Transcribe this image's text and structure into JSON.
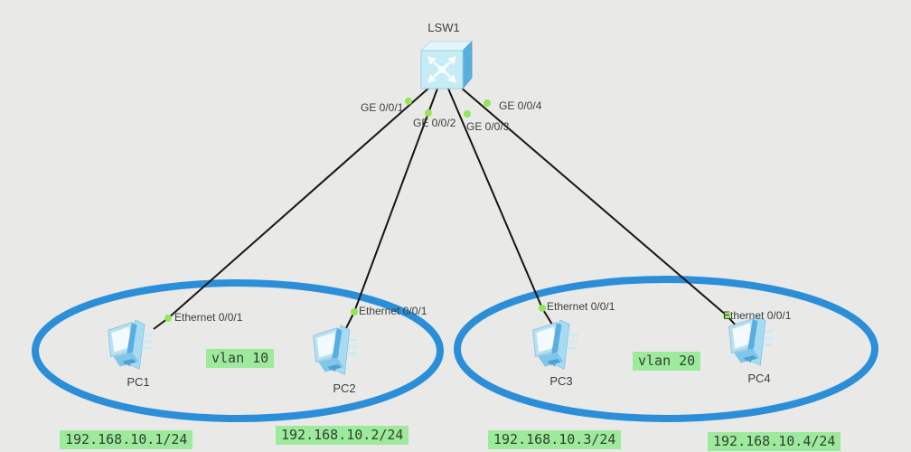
{
  "colors": {
    "background": "#e9e9e7",
    "vlan_ellipse": "#2b8ed8",
    "link": "#161616",
    "port_dot": "#93e65a",
    "tag_background": "#9dea9d"
  },
  "switch": {
    "label": "LSW1"
  },
  "switch_ports": [
    {
      "label": "GE 0/0/1"
    },
    {
      "label": "GE 0/0/2"
    },
    {
      "label": "GE 0/0/3"
    },
    {
      "label": "GE 0/0/4"
    }
  ],
  "pcs": [
    {
      "label": "PC1",
      "port": "Ethernet 0/0/1",
      "ip": "192.168.10.1/24"
    },
    {
      "label": "PC2",
      "port": "Ethernet 0/0/1",
      "ip": "192.168.10.2/24"
    },
    {
      "label": "PC3",
      "port": "Ethernet 0/0/1",
      "ip": "192.168.10.3/24"
    },
    {
      "label": "PC4",
      "port": "Ethernet 0/0/1",
      "ip": "192.168.10.4/24"
    }
  ],
  "vlan_groups": [
    {
      "label": "vlan 10"
    },
    {
      "label": "vlan 20"
    }
  ]
}
